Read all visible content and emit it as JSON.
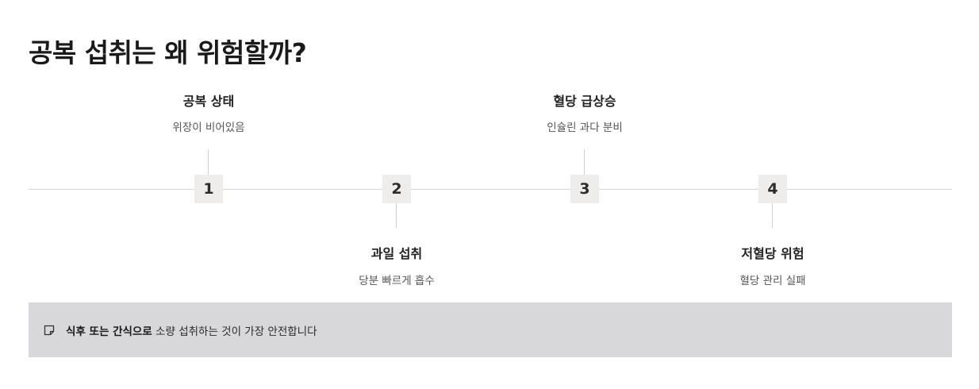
{
  "title": "공복 섭취는 왜 위험할까?",
  "steps": [
    {
      "number": "1",
      "label": "공복 상태",
      "sub": "위장이 비어있음",
      "position": "top"
    },
    {
      "number": "2",
      "label": "과일 섭취",
      "sub": "당분 빠르게 흡수",
      "position": "bottom"
    },
    {
      "number": "3",
      "label": "혈당 급상승",
      "sub": "인슐린 과다 분비",
      "position": "top"
    },
    {
      "number": "4",
      "label": "저혈당 위험",
      "sub": "혈당 관리 실패",
      "position": "bottom"
    }
  ],
  "note": {
    "icon": "note-icon",
    "bold": "식후 또는 간식으로",
    "rest": " 소량 섭취하는 것이 가장 안전합니다"
  },
  "colors": {
    "axis": "#d6d6d6",
    "badge_bg": "#efedec",
    "note_bg": "#d8d8db"
  }
}
